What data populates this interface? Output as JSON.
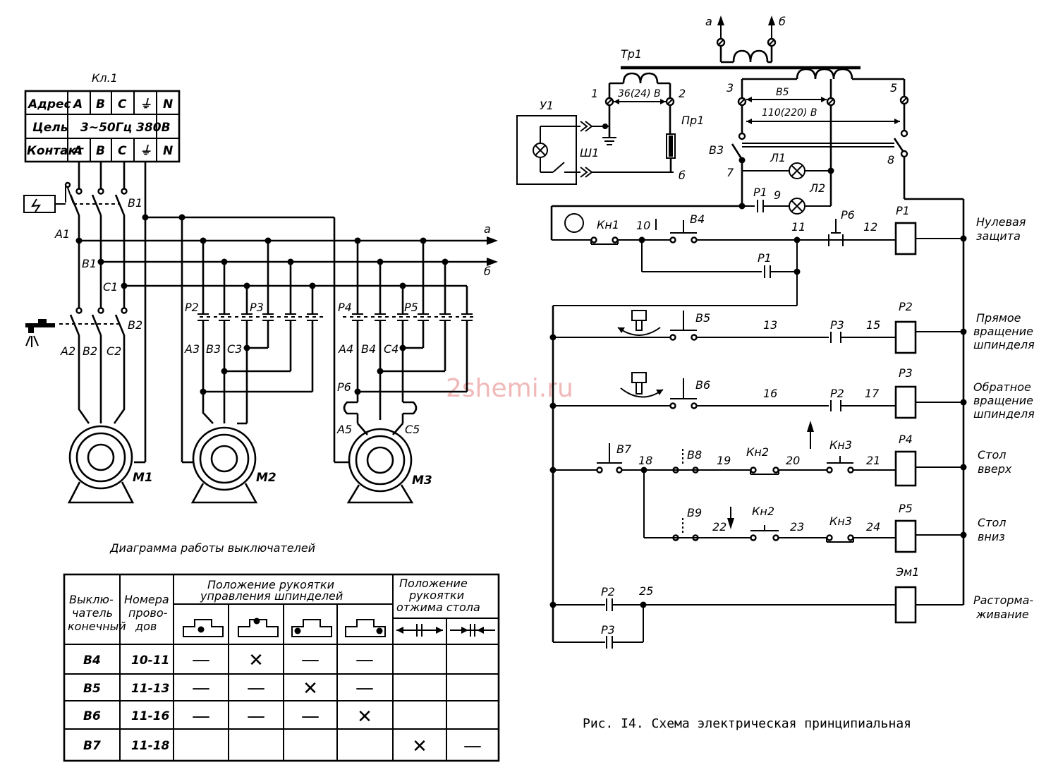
{
  "terminal_block": {
    "title": "Кл.1",
    "address_label": "Адрес",
    "circuit_label": "Цель",
    "contact_label": "Контакт",
    "phases": [
      "A",
      "B",
      "C",
      "⏚",
      "N"
    ],
    "circuit_value": "3∼50Гц 380В"
  },
  "power_labels": {
    "switch_v1": "В1",
    "switch_v2": "В2",
    "a1": "А1",
    "b1": "В1",
    "c1": "С1",
    "a2": "А2",
    "b2": "В2",
    "c2": "С2",
    "a3": "А3",
    "b3": "В3",
    "c3": "С3",
    "a4": "А4",
    "b4": "В4",
    "c4": "С4",
    "a5": "А5",
    "c5": "С5",
    "p2": "Р2",
    "p3": "Р3",
    "p4": "Р4",
    "p5": "Р5",
    "p6": "Р6",
    "m1": "М1",
    "m2": "М2",
    "m3": "М3",
    "bus_a": "а",
    "bus_b": "б"
  },
  "control_labels": {
    "tr1": "Тр1",
    "u1": "У1",
    "sh1": "Ш1",
    "pr1": "Пр1",
    "b_small": "б",
    "a_top": "а",
    "b_top": "б",
    "t1": "1",
    "t2": "2",
    "t3": "3",
    "t5": "5",
    "v36": "36(24) В",
    "v5": "В5",
    "v110": "110(220) В",
    "v3": "В3",
    "l1": "Л1",
    "l2": "Л2",
    "n7": "7",
    "n8": "8",
    "n9": "9",
    "p1": "Р1",
    "p1b": "Р1",
    "p1c": "Р1",
    "p6": "Р6",
    "kn1": "Кн1",
    "n10": "10",
    "v4": "В4",
    "n11": "11",
    "n12": "12",
    "n13": "13",
    "p3": "Р3",
    "n15": "15",
    "p2coil": "Р2",
    "v6": "В6",
    "n16": "16",
    "p2": "Р2",
    "n17": "17",
    "p3coil": "Р3",
    "v7": "В7",
    "n18": "18",
    "v8": "В8",
    "n19": "19",
    "kn2": "Кн2",
    "n20": "20",
    "kn3": "Кн3",
    "n21": "21",
    "p4coil": "Р4",
    "v9": "В9",
    "n22": "22",
    "kn2b": "Кн2",
    "n23": "23",
    "kn3b": "Кн3",
    "n24": "24",
    "p5coil": "Р5",
    "p2b": "Р2",
    "n25": "25",
    "p3b": "Р3",
    "em1": "Эм1"
  },
  "functions": [
    [
      "Нулевая",
      "защита"
    ],
    [
      "Прямое",
      "вращение",
      "шпинделя"
    ],
    [
      "Обратное",
      "вращение",
      "шпинделя"
    ],
    [
      "Стол",
      "вверх"
    ],
    [
      "Стол",
      "вниз"
    ],
    [
      "Расторма-",
      "живание"
    ]
  ],
  "switch_diagram": {
    "title": "Диаграмма работы выключателей",
    "col1": [
      "Выклю-",
      "чатель",
      "конечный"
    ],
    "col2": [
      "Номера",
      "прово-",
      "дов"
    ],
    "group1": [
      "Положение рукоятки",
      "управления шпинделей"
    ],
    "group2": [
      "Положение",
      "рукоятки",
      "отжима стола"
    ],
    "rows": [
      {
        "switch": "В4",
        "wires": "10-11",
        "marks": [
          "—",
          "✕",
          "—",
          "—",
          "",
          ""
        ]
      },
      {
        "switch": "В5",
        "wires": "11-13",
        "marks": [
          "—",
          "—",
          "✕",
          "—",
          "",
          ""
        ]
      },
      {
        "switch": "В6",
        "wires": "11-16",
        "marks": [
          "—",
          "—",
          "—",
          "✕",
          "",
          ""
        ]
      },
      {
        "switch": "В7",
        "wires": "11-18",
        "marks": [
          "",
          "",
          "",
          "",
          "✕",
          "—"
        ]
      }
    ]
  },
  "caption": "Рис. I4. Схема электрическая принципиальная",
  "watermark": "2shemi.ru"
}
